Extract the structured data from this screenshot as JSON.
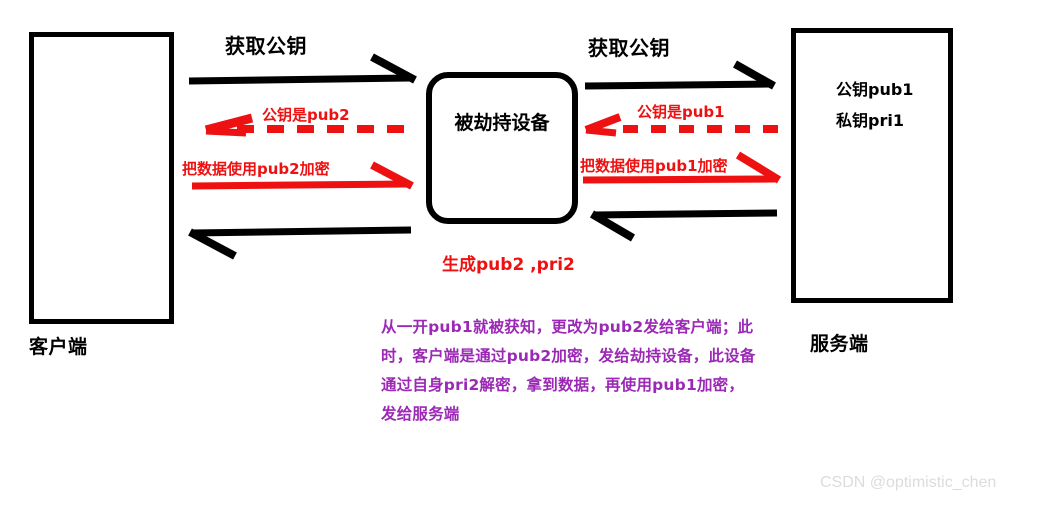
{
  "diagram": {
    "title_watermark": "CSDN @optimistic_chen",
    "nodes": {
      "client": {
        "label": "客户端"
      },
      "mitm": {
        "label": "被劫持设备"
      },
      "server": {
        "label": "服务端",
        "keys": [
          "公钥pub1",
          "私钥pri1"
        ]
      }
    },
    "headings": {
      "left": "获取公钥",
      "right": "获取公钥"
    },
    "left_channel": {
      "request_label": "获取公钥",
      "response_label": "公钥是pub2",
      "encrypt_label": "把数据使用pub2加密"
    },
    "right_channel": {
      "request_label": "获取公钥",
      "response_label": "公钥是pub1",
      "encrypt_label": "把数据使用pub1加密"
    },
    "mitm_generate": "生成pub2 ,pri2",
    "note": "从一开pub1就被获知，更改为pub2发给客户端；此时，客户端是通过pub2加密，发给劫持设备，此设备通过自身pri2解密，拿到数据，再使用pub1加密，发给服务端",
    "colors": {
      "black": "#000000",
      "red": "#ee1111",
      "purple": "#9b29b5",
      "watermark": "#dcdcdc"
    }
  }
}
